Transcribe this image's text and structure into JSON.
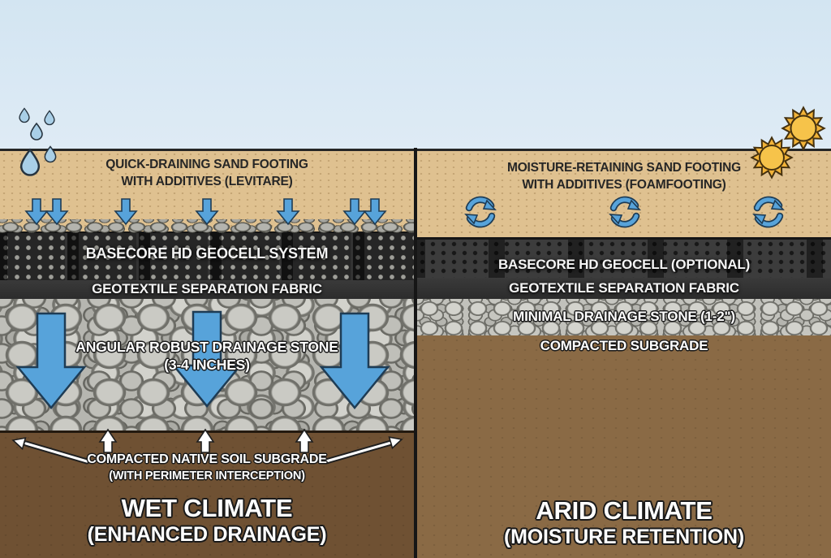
{
  "colors": {
    "sky-top": "#d3e5f2",
    "sky-bottom": "#f4f8fb",
    "sand": "#dfc190",
    "geocell-dark": "#262626",
    "geocell-right": "#3c3c3c",
    "fabric": "#2c2c2c",
    "gravel": "#b6b6b0",
    "stone-right": "#c1c1bb",
    "soil-left": "#6f5133",
    "soil-right": "#8a6a45",
    "arrow-blue": "#57a3da",
    "arrow-outline": "#1e3c55",
    "sun-yellow": "#f2b338",
    "sun-core": "#f6c34a",
    "rain-blue": "#a9cfe7"
  },
  "left": {
    "sand_line1": "QUICK-DRAINING SAND FOOTING",
    "sand_line2": "WITH ADDITIVES (LEVITARE)",
    "geocell": "BASECORE HD GEOCELL SYSTEM",
    "fabric": "GEOTEXTILE SEPARATION FABRIC",
    "stone_line1": "ANGULAR ROBUST DRAINAGE STONE",
    "stone_line2": "(3-4 INCHES)",
    "subgrade_line1": "COMPACTED NATIVE SOIL SUBGRADE",
    "subgrade_line2": "(WITH PERIMETER INTERCEPTION)",
    "title": "WET CLIMATE",
    "subtitle": "(ENHANCED DRAINAGE)"
  },
  "right": {
    "sand_line1": "MOISTURE-RETAINING SAND FOOTING",
    "sand_line2": "WITH ADDITIVES (FOAMFOOTING)",
    "geocell": "BASECORE HD GEOCELL (OPTIONAL)",
    "fabric": "GEOTEXTILE SEPARATION FABRIC",
    "stone": "MINIMAL DRAINAGE STONE (1-2\")",
    "subgrade": "COMPACTED SUBGRADE",
    "title": "ARID CLIMATE",
    "subtitle": "(MOISTURE RETENTION)"
  },
  "icons": {
    "left": [
      "rain-drops-icon",
      "infiltration-arrow-icon",
      "drainage-arrow-icon",
      "uplift-arrow-icon",
      "perimeter-dispersal-arrow-icon"
    ],
    "right": [
      "sun-icon",
      "moisture-cycle-icon"
    ]
  }
}
